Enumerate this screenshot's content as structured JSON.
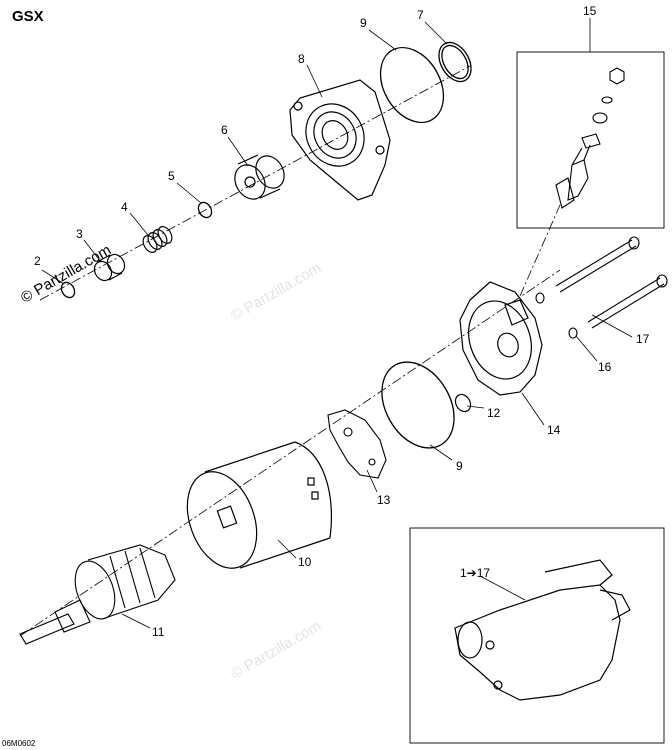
{
  "diagram": {
    "title": "GSX",
    "code": "06M0602",
    "watermark": "© Partzilla.com",
    "inset_label": "1➔17",
    "callouts": [
      {
        "id": "c2",
        "label": "2"
      },
      {
        "id": "c3",
        "label": "3"
      },
      {
        "id": "c4",
        "label": "4"
      },
      {
        "id": "c5",
        "label": "5"
      },
      {
        "id": "c6",
        "label": "6"
      },
      {
        "id": "c7",
        "label": "7"
      },
      {
        "id": "c8",
        "label": "8"
      },
      {
        "id": "c9a",
        "label": "9"
      },
      {
        "id": "c9b",
        "label": "9"
      },
      {
        "id": "c10",
        "label": "10"
      },
      {
        "id": "c11",
        "label": "11"
      },
      {
        "id": "c12",
        "label": "12"
      },
      {
        "id": "c13",
        "label": "13"
      },
      {
        "id": "c14",
        "label": "14"
      },
      {
        "id": "c15",
        "label": "15"
      },
      {
        "id": "c16",
        "label": "16"
      },
      {
        "id": "c17",
        "label": "17"
      }
    ]
  }
}
